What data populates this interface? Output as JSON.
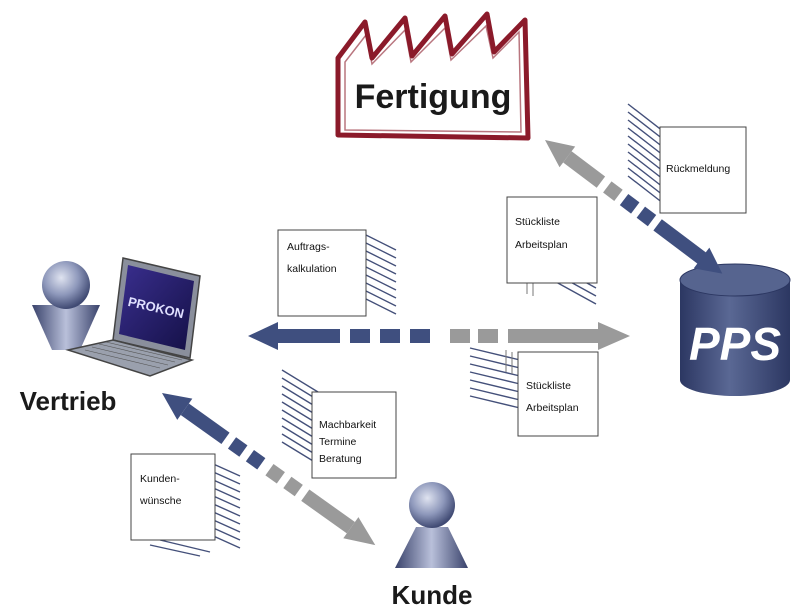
{
  "nodes": {
    "fertigung": "Fertigung",
    "pps": "PPS",
    "vertrieb": "Vertrieb",
    "kunde": "Kunde",
    "laptop_screen": "PROKON"
  },
  "documents": {
    "rueckmeldung": [
      "Rückmeldung"
    ],
    "stueckliste_top": [
      "Stückliste",
      "Arbeitsplan"
    ],
    "auftragskalkulation": [
      "Auftrags-",
      "kalkulation"
    ],
    "stueckliste_bottom": [
      "Stückliste",
      "Arbeitsplan"
    ],
    "machbarkeit": [
      "Machbarkeit",
      "Termine",
      "Beratung"
    ],
    "kundenwuensche": [
      "Kunden-",
      "wünsche"
    ]
  },
  "colors": {
    "factory": "#8b1a2a",
    "arrow_dark": "#3f4f7f",
    "arrow_gray": "#9a9a9a",
    "db": "#3f4f7f",
    "shadow": "#44507a"
  }
}
